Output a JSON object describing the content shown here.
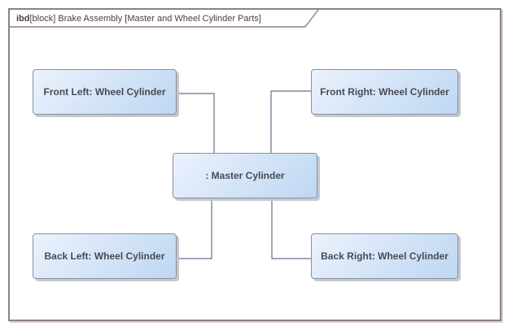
{
  "diagram": {
    "frame_label": {
      "kind": "ibd",
      "rest": "[block] Brake Assembly [Master and Wheel Cylinder Parts]"
    },
    "nodes": [
      {
        "id": "front-left",
        "label": "Front Left: Wheel Cylinder"
      },
      {
        "id": "front-right",
        "label": "Front Right: Wheel Cylinder"
      },
      {
        "id": "master",
        "label": ": Master Cylinder"
      },
      {
        "id": "back-left",
        "label": "Back Left: Wheel Cylinder"
      },
      {
        "id": "back-right",
        "label": "Back Right: Wheel Cylinder"
      }
    ],
    "edges": [
      {
        "from": "front-left",
        "to": "master"
      },
      {
        "from": "front-right",
        "to": "master"
      },
      {
        "from": "master",
        "to": "back-left"
      },
      {
        "from": "master",
        "to": "back-right"
      }
    ]
  },
  "colors": {
    "frame_border": "#8f817e",
    "frame_shadow": "#d6d0cd",
    "frame_text": "#4a403e",
    "node_fill_top": "#ebf2fd",
    "node_fill_bottom": "#bed7f2",
    "node_border": "#8b909f",
    "node_shadow": "#c6c8cd",
    "node_text": "#474b55",
    "connector": "#63718f"
  }
}
